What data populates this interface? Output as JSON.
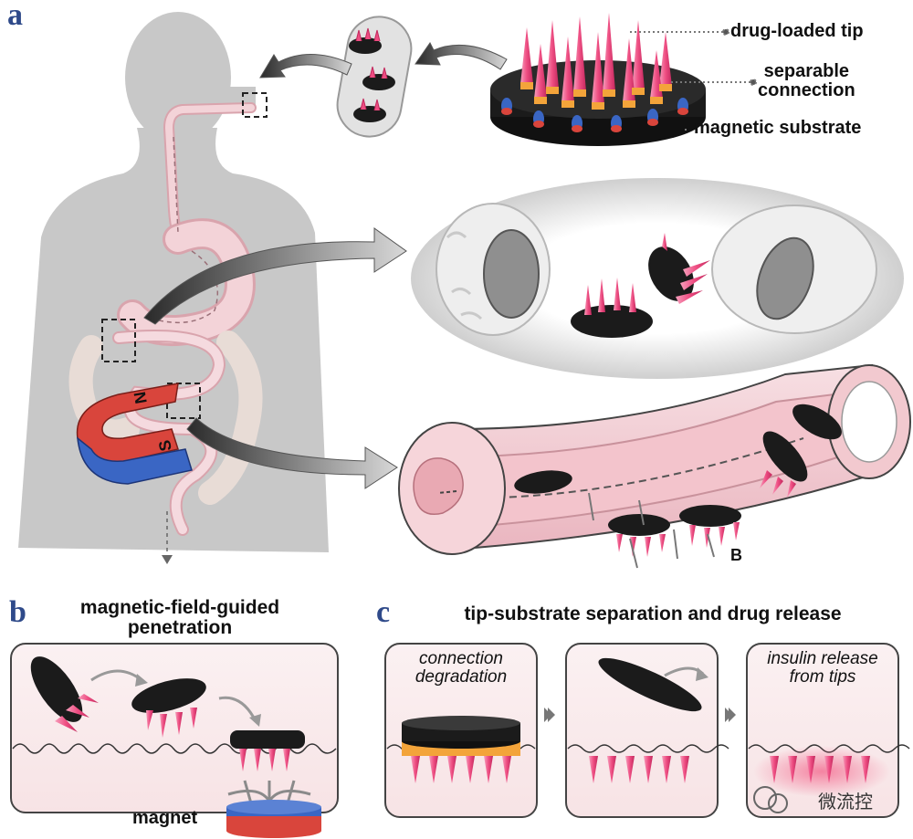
{
  "panel_a": {
    "letter": "a",
    "labels": {
      "tip": "drug-loaded tip",
      "connection": "separable\nconnection",
      "substrate": "magnetic substrate"
    },
    "marker": "B"
  },
  "panel_b": {
    "letter": "b",
    "title": "magnetic-field-guided\npenetration",
    "magnet_label": "magnet"
  },
  "panel_c": {
    "letter": "c",
    "title": "tip-substrate separation and drug release",
    "step1": "connection\ndegradation",
    "step3": "insulin release\nfrom tips"
  },
  "watermark": "微流控",
  "colors": {
    "panel_letter": "#2f4a8a",
    "tip_pink": "#ee4d82",
    "connection_orange": "#f3a43a",
    "substrate_black": "#1b1b1b",
    "magnet_red": "#d9453c",
    "magnet_blue": "#3a66c4",
    "tissue_pink": "#f6d0d6",
    "silhouette": "#c8c8c8"
  }
}
